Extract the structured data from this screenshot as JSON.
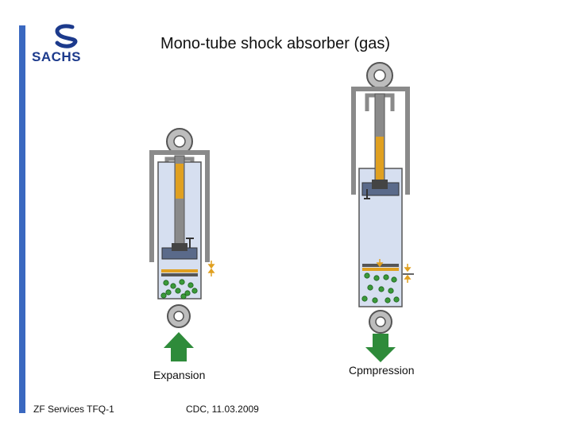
{
  "title": "Mono-tube shock absorber (gas)",
  "logo": {
    "brand": "SACHS",
    "icon": "sachs-s-logo-icon"
  },
  "captions": {
    "left": "Expansion",
    "right": "Cpmpression"
  },
  "footer": {
    "left": "ZF Services  TFQ-1",
    "center": "CDC, 11.03.2009"
  },
  "colors": {
    "accent_bar": "#3a68c0",
    "brand_blue": "#1c3a8c",
    "tube_gray": "#8a8a8a",
    "fluid": "#d6dff0",
    "rod_orange": "#e0a020",
    "gas_green": "#3a9a3a",
    "arrow_green": "#2e8b3a"
  },
  "icons": {
    "expansion_arrow": "arrow-up-icon",
    "compression_arrow": "arrow-down-icon"
  }
}
